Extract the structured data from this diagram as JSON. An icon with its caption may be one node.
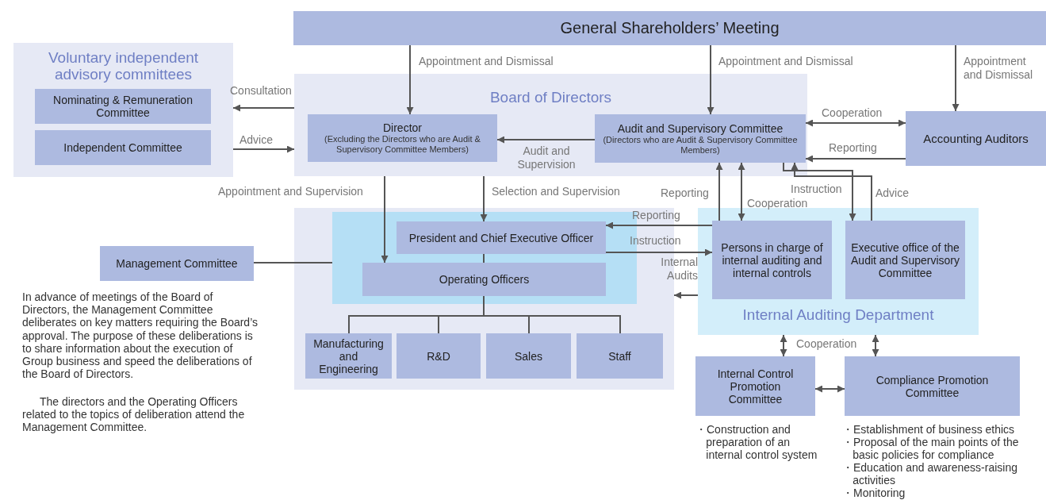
{
  "diagram": {
    "nodes": [
      {
        "text": [
          "General Shareholders’ Meeting"
        ]
      },
      {
        "text": [
          "Voluntary independent advisory committees"
        ]
      },
      {
        "text": [
          "Nominating & Remuneration Committee"
        ],
        "in": 1
      },
      {
        "text": [
          "Independent Committee"
        ],
        "in": 1
      },
      {
        "text": [
          "Board of Directors"
        ]
      },
      {
        "text": [
          "Director",
          "(Excluding the Directors who are Audit & Supervisory Committee Members)"
        ],
        "in": 4
      },
      {
        "text": [
          "Audit and Supervisory Committee",
          "(Directors who are Audit & Supervisory Committee Members)"
        ],
        "in": 4
      },
      {
        "text": [
          "Accounting Auditors"
        ]
      },
      {
        "text": [],
        "shape": "box"
      },
      {
        "text": [],
        "shape": "box",
        "in": 8
      },
      {
        "text": [
          "President and Chief Executive Officer"
        ],
        "in": 9
      },
      {
        "text": [
          "Operating Officers"
        ],
        "in": 9
      },
      {
        "text": [
          "Manufacturing and Engineering"
        ],
        "in": 8
      },
      {
        "text": [
          "R&D"
        ],
        "in": 8
      },
      {
        "text": [
          "Sales"
        ],
        "in": 8
      },
      {
        "text": [
          "Staff"
        ],
        "in": 8
      },
      {
        "text": [
          "Management Committee"
        ],
        "beside": [
          "In advance of meetings of the Board of Directors, the Management Committee deliberates on key matters requiring the Board’s approval. The purpose of these deliberations is to share information about the execution of Group business and speed the deliberations of the Board of Directors.",
          "The directors and the Operating Officers related to the topics of deliberation attend the Management Committee."
        ]
      },
      {
        "text": [
          "Internal Auditing Department"
        ]
      },
      {
        "text": [
          "Persons in charge of internal auditing and internal controls"
        ],
        "in": 17
      },
      {
        "text": [
          "Executive office of the Audit and Supervisory Committee"
        ],
        "in": 17
      },
      {
        "text": [
          "Internal Control Promotion Committee"
        ],
        "beside": [
          "・Construction and preparation of an internal control system"
        ]
      },
      {
        "text": [
          "Compliance Promotion Committee"
        ],
        "beside": [
          "・Establishment of business ethics",
          "・Proposal of the main points of the basic policies for compliance",
          "・Education and awareness-raising activities",
          "・Monitoring"
        ]
      }
    ],
    "edges": [
      {
        "from": 0,
        "to": 5,
        "arrow": "to",
        "label": "Appointment and Dismissal"
      },
      {
        "from": 0,
        "to": 6,
        "arrow": "to",
        "label": "Appointment and Dismissal"
      },
      {
        "from": 0,
        "to": 7,
        "arrow": "to",
        "label": "Appointment and Dismissal"
      },
      {
        "from": 4,
        "to": 1,
        "arrow": "to",
        "label": "Consultation"
      },
      {
        "from": 1,
        "to": 4,
        "arrow": "to",
        "label": "Advice"
      },
      {
        "from": 6,
        "to": 5,
        "arrow": "to",
        "label": "Audit and Supervision"
      },
      {
        "from": 6,
        "to": 7,
        "arrow": "both",
        "label": "Cooperation"
      },
      {
        "from": 7,
        "to": 6,
        "arrow": "to",
        "label": "Reporting"
      },
      {
        "from": 4,
        "to": 11,
        "arrow": "to",
        "label": "Appointment and Supervision"
      },
      {
        "from": 4,
        "to": 10,
        "arrow": "to",
        "label": "Selection and Supervision"
      },
      {
        "from": 18,
        "to": 6,
        "arrow": "to",
        "label": "Reporting"
      },
      {
        "from": 18,
        "to": 6,
        "arrow": "both",
        "label": "Cooperation"
      },
      {
        "from": 6,
        "to": 19,
        "arrow": "to",
        "label": "Instruction"
      },
      {
        "from": 19,
        "to": 6,
        "arrow": "to",
        "label": "Advice"
      },
      {
        "from": 18,
        "to": 10,
        "arrow": "to",
        "label": "Reporting"
      },
      {
        "from": 10,
        "to": 18,
        "arrow": "to",
        "label": "Instruction"
      },
      {
        "from": 17,
        "to": 8,
        "arrow": "to",
        "label": "Internal Audits"
      },
      {
        "from": 16,
        "to": 9,
        "arrow": "none"
      },
      {
        "from": 11,
        "to": 12,
        "arrow": "none"
      },
      {
        "from": 11,
        "to": 13,
        "arrow": "none"
      },
      {
        "from": 11,
        "to": 14,
        "arrow": "none"
      },
      {
        "from": 11,
        "to": 15,
        "arrow": "none"
      },
      {
        "from": 10,
        "to": 11,
        "arrow": "none"
      },
      {
        "from": 17,
        "to": 20,
        "arrow": "both",
        "label": "Cooperation"
      },
      {
        "from": 17,
        "to": 21,
        "arrow": "both"
      },
      {
        "from": 20,
        "to": 21,
        "arrow": "both"
      }
    ]
  }
}
